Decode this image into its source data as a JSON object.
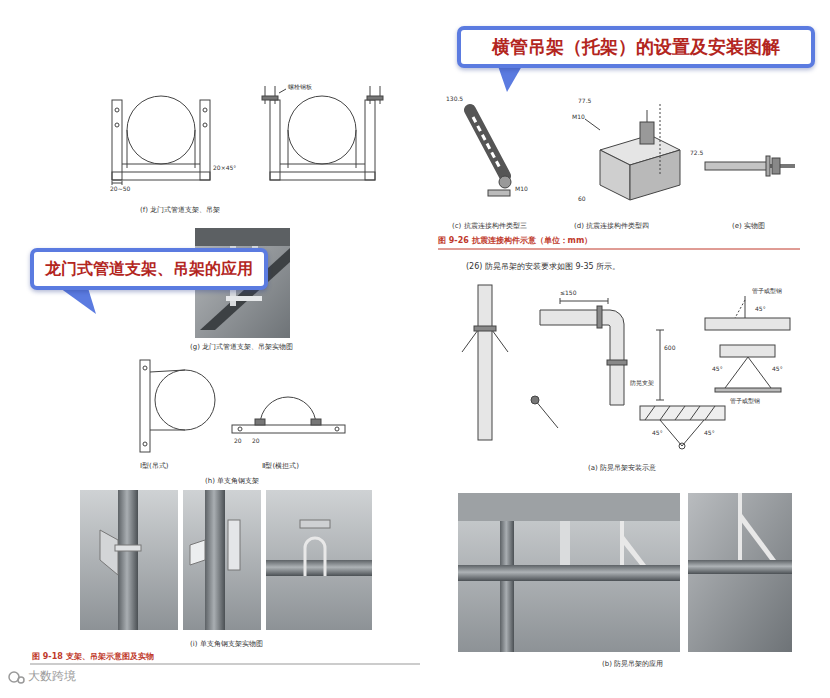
{
  "diagram": {
    "nodes": [
      {
        "text": [
          "横管吊架（托架）的设置及安装图解"
        ]
      },
      {
        "text": [
          "龙门式管道支架、吊架的应用"
        ]
      }
    ],
    "edges": [],
    "labels": [
      "螺栓钢板",
      "20×45°",
      "20~50",
      "(f) 龙门式管道支架、吊架",
      "(g) 龙门式管道支架、吊架实物图",
      "Ⅰ型(吊式)",
      "Ⅱ型(横担式)",
      "20",
      "20",
      "(h) 单支角钢支架",
      "(i) 单支角钢支架实物图",
      "图 9-18 支架、吊架示意图及实物",
      "130.5",
      "M10",
      "(c) 抗震连接构件类型三",
      "77.5",
      "M10",
      "72.5",
      "60",
      "(d) 抗震连接构件类型四",
      "(e) 实物图",
      "图 9-26 抗震连接构件示意（单位：mm）",
      "(26) 防晃吊架的安装要求如图 9-35 所示。",
      "≤150",
      "600",
      "防晃支架",
      "管子或型钢",
      "45°",
      "45°",
      "45°",
      "管子或型钢",
      "45°",
      "45°",
      "(a) 防晃吊架安装示意",
      "(b) 防晃吊架的应用",
      "大数跨境"
    ]
  }
}
